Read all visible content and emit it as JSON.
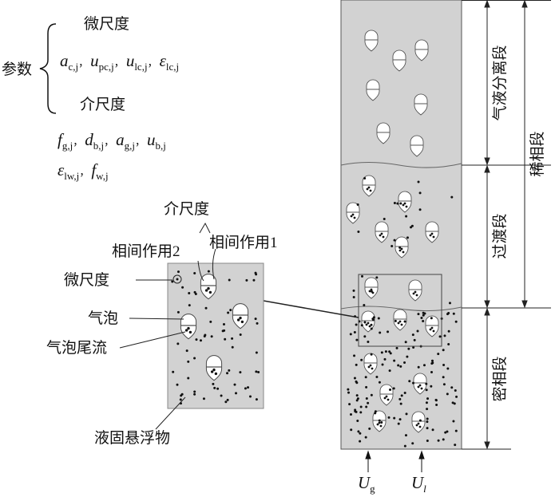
{
  "params": {
    "label": "参数",
    "micro_title": "微尺度",
    "micro_vars": [
      [
        "a",
        "c,j"
      ],
      [
        "u",
        "pc,j"
      ],
      [
        "u",
        "lc,j"
      ],
      [
        "ε",
        "lc,j"
      ]
    ],
    "meso_title": "介尺度",
    "meso_vars_1": [
      [
        "f",
        "g,j"
      ],
      [
        "d",
        "b,j"
      ],
      [
        "a",
        "g,j"
      ],
      [
        "u",
        "b,j"
      ]
    ],
    "meso_vars_2": [
      [
        "ε",
        "lw,j"
      ],
      [
        "f",
        "w,j"
      ]
    ]
  },
  "inset": {
    "meso_label": "介尺度",
    "interaction2": "相间作用2",
    "interaction1": "相间作用1",
    "micro_label": "微尺度",
    "bubble_label": "气泡",
    "wake_label": "气泡尾流",
    "suspension_label": "液固悬浮物"
  },
  "sections": {
    "separation": "气液分离段",
    "transition": "过渡段",
    "dense": "密相段",
    "dilute": "稀相段"
  },
  "inlets": {
    "gas": [
      "U",
      "g"
    ],
    "liquid": [
      "U",
      "l"
    ]
  },
  "colors": {
    "column": "#d2d2d2",
    "line": "#333333"
  }
}
